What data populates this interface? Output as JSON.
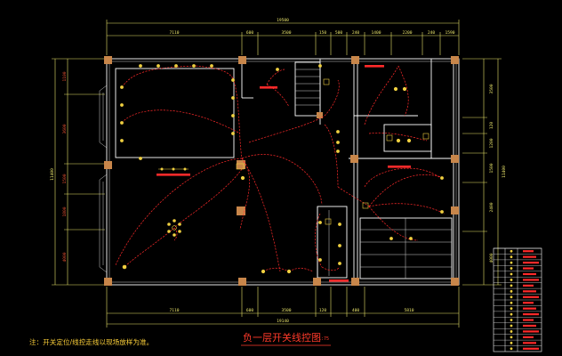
{
  "drawing": {
    "title": "负一层开关线控图",
    "scale": "1:75",
    "note": "注：开关定位/线控走线以现场放样为准。"
  },
  "dimensions": {
    "top_total": "19500",
    "top_segments": [
      "7110",
      "600",
      "3500",
      "150",
      "500",
      "240",
      "1400",
      "2200",
      "240",
      "1590"
    ],
    "bottom_total": "19140",
    "bottom_segments": [
      "7110",
      "600",
      "3500",
      "120",
      "400",
      "5810"
    ],
    "left_total": "11400",
    "left_segments": [
      "1100",
      "3600",
      "1500",
      "1800",
      "4000"
    ],
    "right_total": "11400",
    "right_segments": [
      "3500",
      "120",
      "1200",
      "1500",
      "2400",
      "4000"
    ]
  },
  "legend": {
    "rows": 18,
    "bar_color": "#ff2a2a"
  },
  "colors": {
    "wall": "#ffffff",
    "dimension": "#e8e36a",
    "wire": "#ff2a2a",
    "column": "#c8864a",
    "fixture": "#f0d040"
  }
}
